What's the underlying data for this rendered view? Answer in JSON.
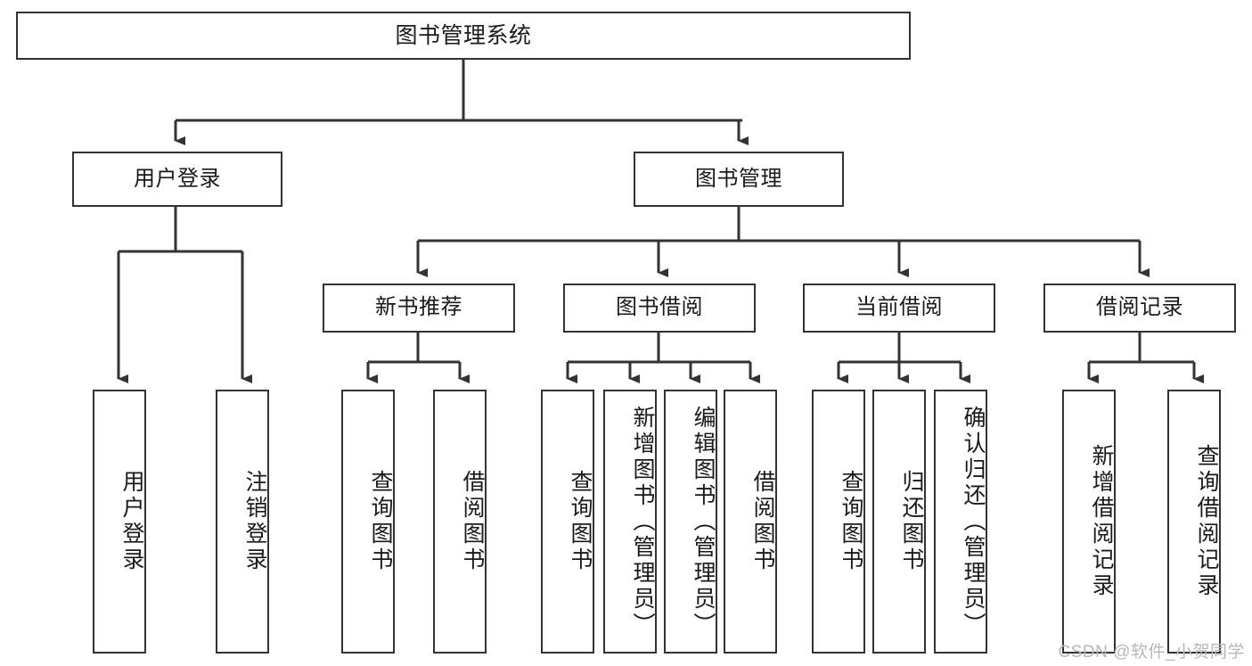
{
  "diagram": {
    "title": "图书管理系统",
    "type": "functional-structure-tree",
    "stroke_color": "#333333",
    "fill_color": "#ffffff",
    "text_color": "#1a1a1a"
  },
  "root": {
    "label": "图书管理系统"
  },
  "level2": [
    {
      "label": "用户登录"
    },
    {
      "label": "图书管理"
    }
  ],
  "level3": [
    {
      "label": "新书推荐"
    },
    {
      "label": "图书借阅"
    },
    {
      "label": "当前借阅"
    },
    {
      "label": "借阅记录"
    }
  ],
  "leaves": {
    "user_login": [
      {
        "label": "用户登录"
      },
      {
        "label": "注销登录"
      }
    ],
    "new_book": [
      {
        "label": "查询图书"
      },
      {
        "label": "借阅图书"
      }
    ],
    "book_borrow": [
      {
        "label": "查询图书"
      },
      {
        "label": "新增图书（管理员）"
      },
      {
        "label": "编辑图书（管理员）"
      },
      {
        "label": "借阅图书"
      }
    ],
    "current_borrow": [
      {
        "label": "查询图书"
      },
      {
        "label": "归还图书"
      },
      {
        "label": "确认归还（管理员）"
      }
    ],
    "borrow_record": [
      {
        "label": "新增借阅记录"
      },
      {
        "label": "查询借阅记录"
      }
    ]
  },
  "watermark": {
    "text": "CSDN @软件_小贺同学"
  }
}
